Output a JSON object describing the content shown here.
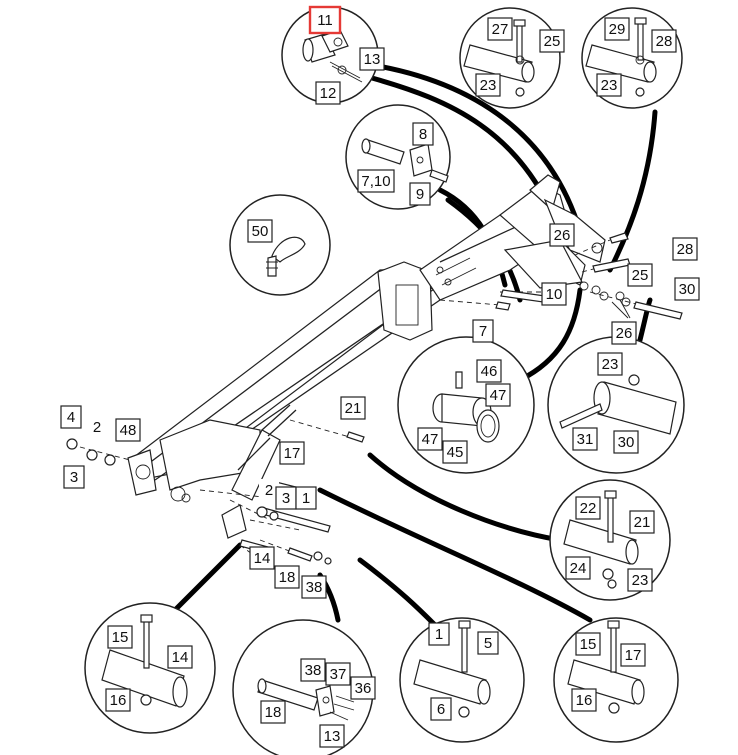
{
  "highlight_color": "#e53935",
  "callouts": {
    "c11": "11",
    "c12": "12",
    "c13": "13",
    "c27": "27",
    "c25a": "25",
    "c23a": "23",
    "c29": "29",
    "c28a": "28",
    "c23b": "23",
    "c8": "8",
    "c7_10": "7,10",
    "c9": "9",
    "c50": "50",
    "c26a": "26",
    "c28b": "28",
    "c25b": "25",
    "c10": "10",
    "c30a": "30",
    "c26b": "26",
    "c7": "7",
    "c46": "46",
    "c47a": "47",
    "c47b": "47",
    "c45": "45",
    "c23c": "23",
    "c31": "31",
    "c30b": "30",
    "c4": "4",
    "c2a": "2",
    "c48": "48",
    "c3a": "3",
    "c21a": "21",
    "c17a": "17",
    "c2b": "2",
    "c3b": "3",
    "c1a": "1",
    "c14a": "14",
    "c18a": "18",
    "c38a": "38",
    "c22": "22",
    "c21b": "21",
    "c24": "24",
    "c23d": "23",
    "c15a": "15",
    "c14b": "14",
    "c16a": "16",
    "c38b": "38",
    "c37": "37",
    "c36": "36",
    "c18b": "18",
    "c13b": "13",
    "c1b": "1",
    "c5": "5",
    "c6": "6",
    "c15b": "15",
    "c17b": "17",
    "c16b": "16"
  }
}
